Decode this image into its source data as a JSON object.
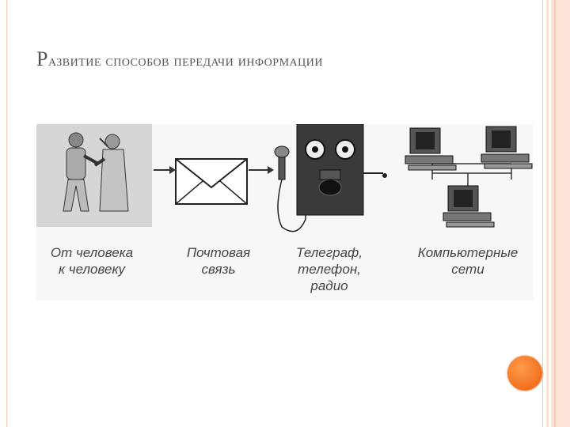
{
  "slide": {
    "title_first": "Р",
    "title_rest": "азвитие способов передачи информации"
  },
  "diagram": {
    "steps": [
      {
        "caption": "От человека\nк человеку",
        "icon": "people-talking-icon"
      },
      {
        "caption": "Почтовая\nсвязь",
        "icon": "envelope-icon"
      },
      {
        "caption": "Телеграф,\nтелефон,\nрадио",
        "icon": "wall-telephone-icon"
      },
      {
        "caption": "Компьютерные\nсети",
        "icon": "computer-network-icon"
      }
    ]
  },
  "colors": {
    "accent_orange": "#f07020",
    "border_peach": "#f3c9b7",
    "phone_wood": "#3a3a3a"
  }
}
